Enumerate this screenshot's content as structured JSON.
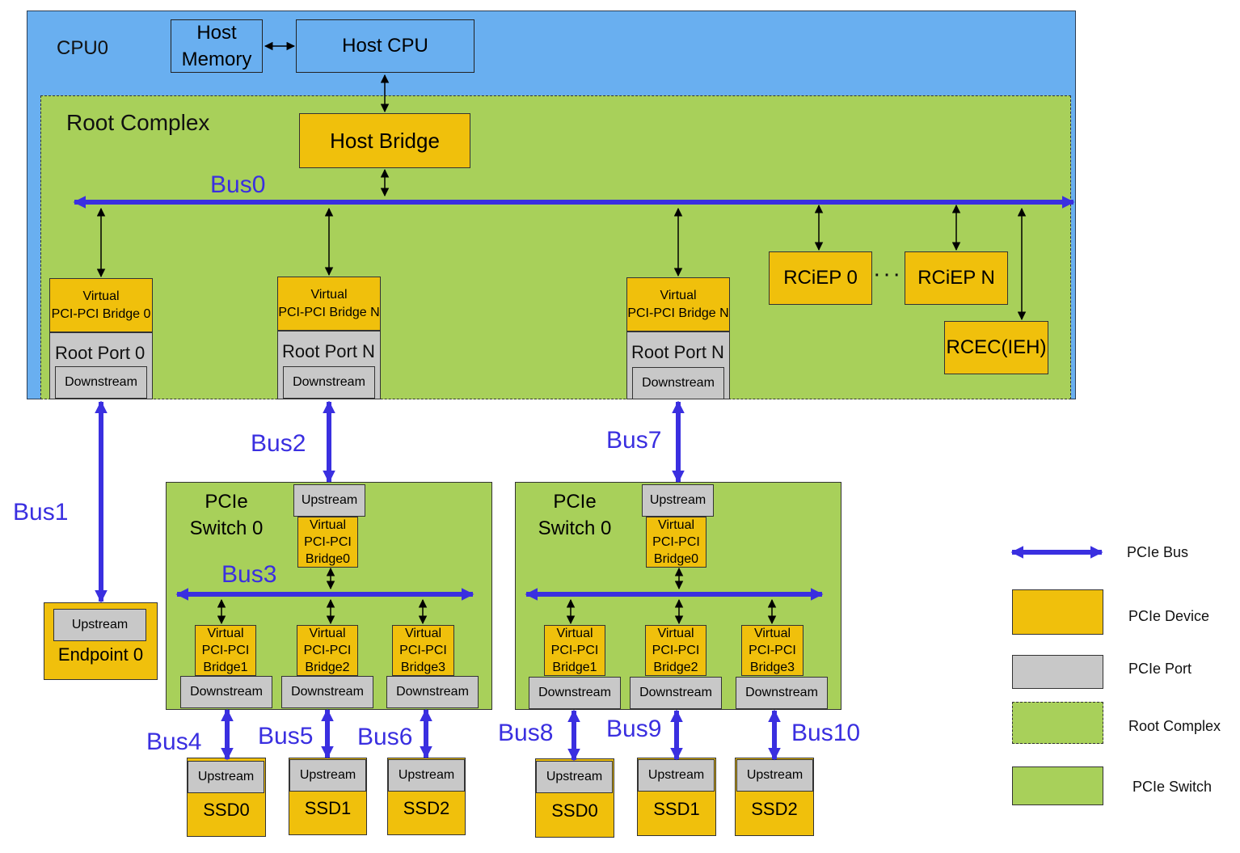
{
  "cpu": {
    "label": "CPU0",
    "host_memory": [
      "Host",
      "Memory"
    ],
    "host_cpu": "Host CPU"
  },
  "root_complex": {
    "label": "Root Complex",
    "host_bridge": "Host Bridge",
    "bus0": "Bus0",
    "virtual": "Virtual",
    "bridge0": "PCI-PCI Bridge 0",
    "bridgeN": "PCI-PCI Bridge N",
    "root_port0": "Root Port 0",
    "root_portN": "Root Port N",
    "downstream": "Downstream",
    "rciep0": "RCiEP 0",
    "ellipsis": "· · ·",
    "rciepN": "RCiEP N",
    "rcec": "RCEC(IEH)"
  },
  "buses": {
    "bus1": "Bus1",
    "bus2": "Bus2",
    "bus3": "Bus3",
    "bus4": "Bus4",
    "bus5": "Bus5",
    "bus6": "Bus6",
    "bus7": "Bus7",
    "bus8": "Bus8",
    "bus9": "Bus9",
    "bus10": "Bus10"
  },
  "endpoint0": {
    "upstream": "Upstream",
    "label": "Endpoint 0"
  },
  "switch": {
    "label": [
      "PCIe",
      "Switch 0"
    ],
    "upstream": "Upstream",
    "downstream": "Downstream",
    "virtual": "Virtual",
    "pcipci": "PCI-PCI",
    "bridge0": "Bridge0",
    "bridge1": "Bridge1",
    "bridge2": "Bridge2",
    "bridge3": "Bridge3"
  },
  "ssds": {
    "upstream": "Upstream",
    "ssd0": "SSD0",
    "ssd1": "SSD1",
    "ssd2": "SSD2"
  },
  "legend": {
    "pcie_bus": "PCIe Bus",
    "pcie_device": "PCIe Device",
    "pcie_port": "PCIe Port",
    "root_complex": "Root Complex",
    "pcie_switch": "PCIe Switch"
  },
  "colors": {
    "cpu": "#69aff0",
    "green": "#a8d05a",
    "device": "#f0c00c",
    "port": "#c8c8c8",
    "bus": "#3a2fe0"
  }
}
